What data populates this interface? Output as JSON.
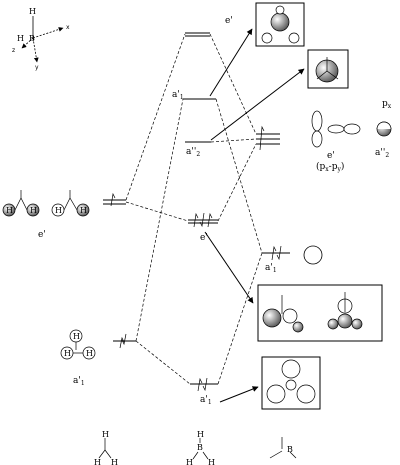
{
  "axes": {
    "x": "x",
    "y": "y",
    "z": "z",
    "B": "B",
    "H": "H"
  },
  "labels": {
    "e_prime": "e'",
    "a1_prime_top": "a'",
    "a1_prime_top_sub": "1",
    "a2_dprime": "a''",
    "a2_dprime_sub": "2",
    "e_prime_left": "e'",
    "e_prime_mid": "e'",
    "a1_prime_right": "a'",
    "a1_prime_right_sub": "1",
    "a1_prime_left": "a'",
    "a1_prime_left_sub": "1",
    "a1_prime_bottom": "a'",
    "a1_prime_bottom_sub": "1",
    "px_label": "p",
    "px_sub": "x",
    "e_prime_px": "e'",
    "pxpy": "(p",
    "pxpy_x": "x",
    "pxpy_mid": "-p",
    "pxpy_y": "y",
    "pxpy_end": ")",
    "a2_right": "a''",
    "a2_right_sub": "2"
  },
  "atoms": {
    "H": "H",
    "B": "B"
  }
}
